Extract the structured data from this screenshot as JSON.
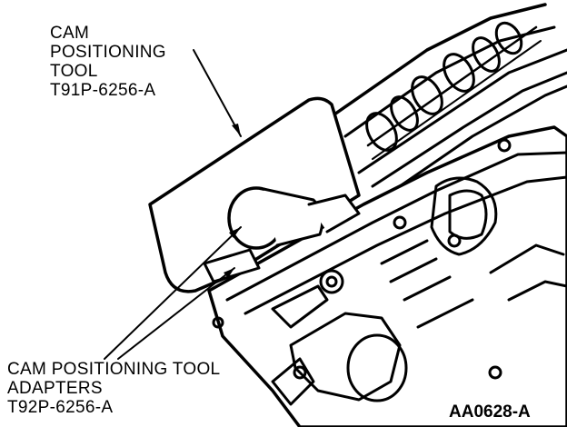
{
  "labels": {
    "cam_tool": {
      "line1": "CAM",
      "line2": "POSITIONING",
      "line3": "TOOL",
      "line4": "T91P-6256-A"
    },
    "adapters": {
      "line1": "CAM POSITIONING TOOL",
      "line2": "ADAPTERS",
      "line3": "T92P-6256-A"
    }
  },
  "figure_id": "AA0628-A",
  "colors": {
    "ink": "#000000",
    "paper": "#ffffff"
  }
}
